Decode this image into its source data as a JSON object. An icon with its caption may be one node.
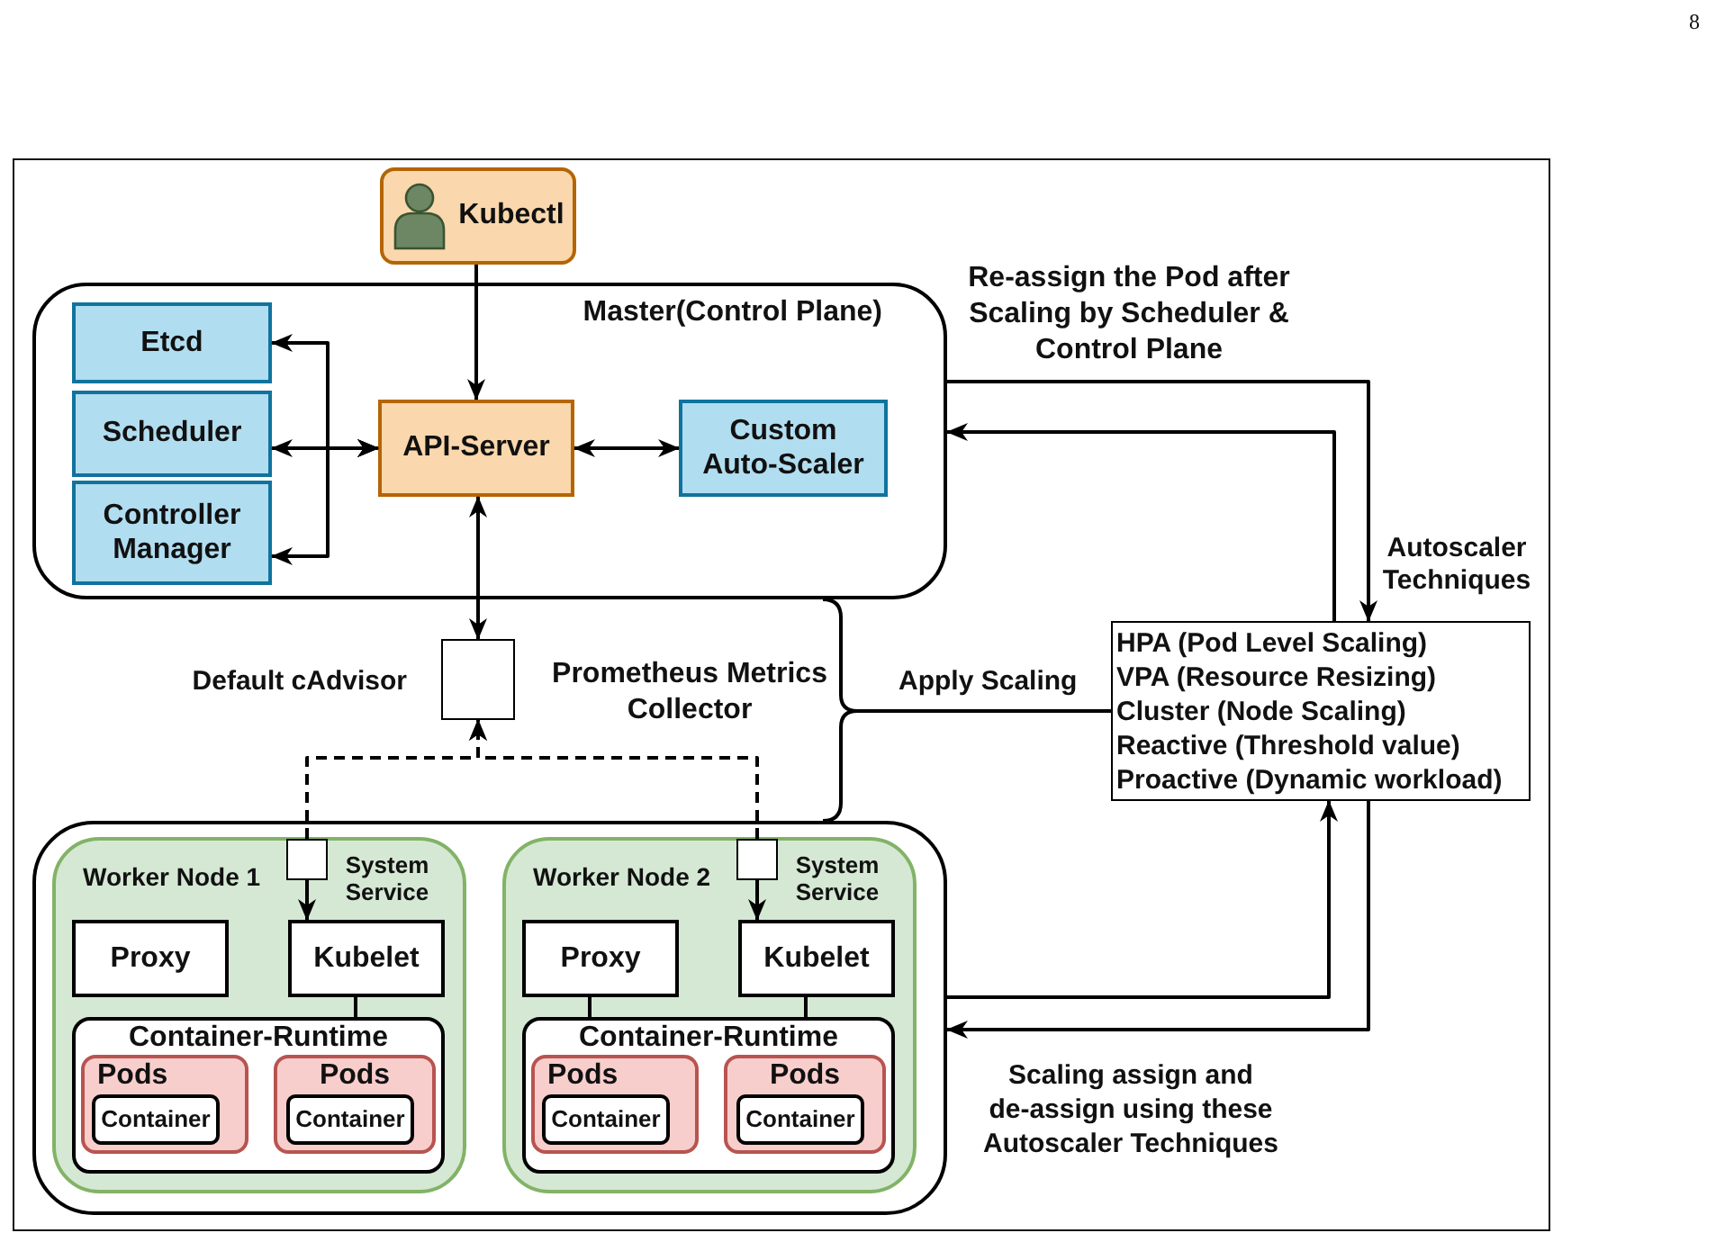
{
  "diagram": {
    "nodes": [
      {
        "text": [
          "Kubectl"
        ]
      },
      {
        "text": [
          "Master(Control Plane)"
        ]
      },
      {
        "text": [
          "Etcd"
        ],
        "in": 1
      },
      {
        "text": [
          "Scheduler"
        ],
        "in": 1
      },
      {
        "text": [
          "Controller Manager"
        ],
        "in": 1
      },
      {
        "text": [
          "API-Server"
        ],
        "in": 1
      },
      {
        "text": [
          "Custom Auto-Scaler"
        ],
        "in": 1
      },
      {
        "text": [],
        "shape": "box",
        "beside": [
          "Default cAdvisor",
          "Prometheus Metrics Collector"
        ]
      },
      {
        "text": [],
        "shape": "box"
      },
      {
        "text": [
          "Worker Node 1"
        ],
        "in": 8
      },
      {
        "text": [],
        "shape": "box",
        "in": 9,
        "beside": [
          "System Service"
        ]
      },
      {
        "text": [
          "Proxy"
        ],
        "in": 9
      },
      {
        "text": [
          "Kubelet"
        ],
        "in": 9
      },
      {
        "text": [
          "Container-Runtime"
        ],
        "in": 9
      },
      {
        "text": [
          "Pods"
        ],
        "in": 13
      },
      {
        "text": [
          "Container"
        ],
        "in": 14
      },
      {
        "text": [
          "Pods"
        ],
        "in": 13
      },
      {
        "text": [
          "Container"
        ],
        "in": 16
      },
      {
        "text": [
          "Worker Node 2"
        ],
        "in": 8
      },
      {
        "text": [],
        "shape": "box",
        "in": 18,
        "beside": [
          "System Service"
        ]
      },
      {
        "text": [
          "Proxy"
        ],
        "in": 18
      },
      {
        "text": [
          "Kubelet"
        ],
        "in": 18
      },
      {
        "text": [
          "Container-Runtime"
        ],
        "in": 18
      },
      {
        "text": [
          "Pods"
        ],
        "in": 22
      },
      {
        "text": [
          "Container"
        ],
        "in": 23
      },
      {
        "text": [
          "Pods"
        ],
        "in": 22
      },
      {
        "text": [
          "Container"
        ],
        "in": 25
      },
      {
        "text": [
          "HPA (Pod Level Scaling)",
          "VPA (Resource Resizing)",
          "Cluster (Node Scaling)",
          "Reactive (Threshold value)",
          "Proactive (Dynamic workload)"
        ],
        "beside": [
          "Autoscaler Techniques"
        ]
      }
    ],
    "edges": [
      {
        "from": 0,
        "to": 5,
        "arrow": "to"
      },
      {
        "from": 5,
        "to": 2,
        "arrow": "both"
      },
      {
        "from": 5,
        "to": 3,
        "arrow": "both"
      },
      {
        "from": 5,
        "to": 4,
        "arrow": "both"
      },
      {
        "from": 5,
        "to": 6,
        "arrow": "both"
      },
      {
        "from": 5,
        "to": 7,
        "arrow": "both"
      },
      {
        "from": 10,
        "to": 7,
        "arrow": "to",
        "style": "dashed"
      },
      {
        "from": 19,
        "to": 7,
        "arrow": "to",
        "style": "dashed"
      },
      {
        "from": 10,
        "to": 12,
        "arrow": "to"
      },
      {
        "from": 19,
        "to": 21,
        "arrow": "to"
      },
      {
        "from": 12,
        "to": 13,
        "arrow": "none"
      },
      {
        "from": 20,
        "to": 22,
        "arrow": "none"
      },
      {
        "from": 21,
        "to": 22,
        "arrow": "none"
      },
      {
        "from": 1,
        "to": 27,
        "arrow": "to"
      },
      {
        "from": 27,
        "to": 1,
        "arrow": "to"
      },
      {
        "from": 27,
        "to": 1,
        "arrow": "none"
      },
      {
        "from": 27,
        "to": 8,
        "arrow": "none"
      },
      {
        "from": 8,
        "to": 27,
        "arrow": "to"
      },
      {
        "from": 27,
        "to": 8,
        "arrow": "to"
      }
    ],
    "labels": [
      "8",
      "Re-assign the Pod after Scaling by Scheduler & Control Plane",
      "Apply Scaling",
      "Scaling assign and de-assign using these Autoscaler Techniques"
    ]
  }
}
